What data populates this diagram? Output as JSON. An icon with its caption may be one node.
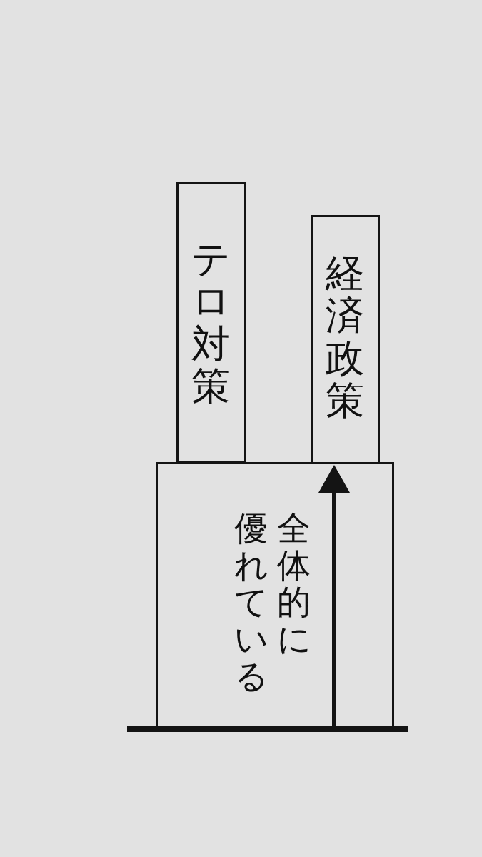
{
  "diagram": {
    "nodes": [
      {
        "text": [
          "テロ対策"
        ]
      },
      {
        "text": [
          "経済政策"
        ]
      },
      {
        "text": [
          "全体的に優れている"
        ]
      }
    ]
  }
}
